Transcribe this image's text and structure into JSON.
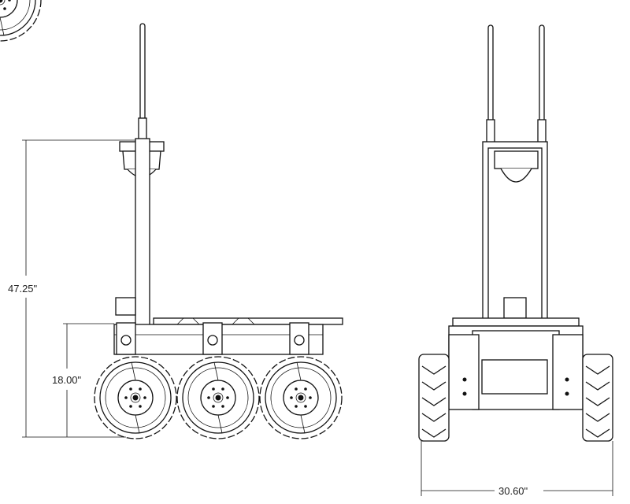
{
  "drawing": {
    "views": [
      "side-view",
      "front-view"
    ],
    "dimensions": {
      "overall_height": "47.25\"",
      "deck_height": "18.00\"",
      "overall_width": "30.60\""
    }
  }
}
